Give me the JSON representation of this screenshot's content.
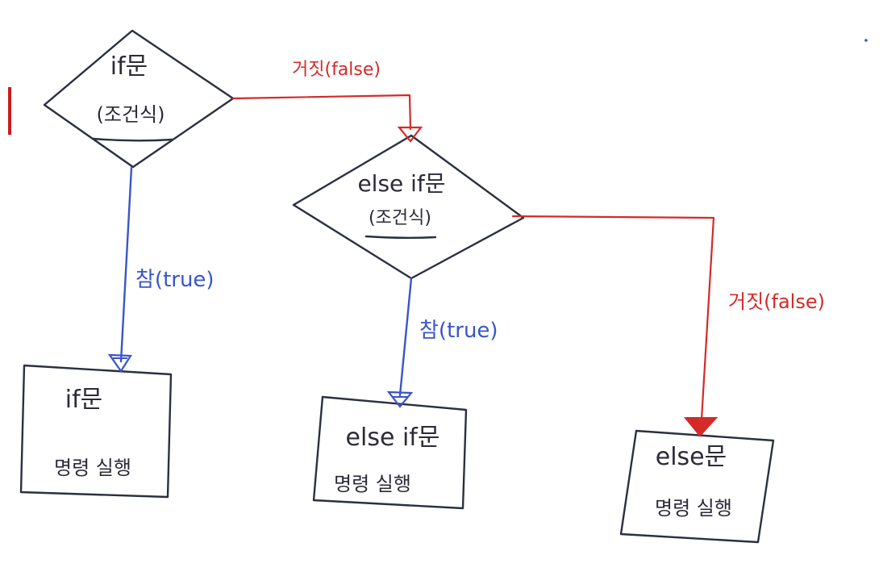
{
  "nodes": {
    "if_decision": {
      "line1": "if문",
      "line2": "(조건식)"
    },
    "else_if_decision": {
      "line1": "else if문",
      "line2": "(조건식)"
    },
    "if_box": {
      "line1": "if문",
      "line2": "명령  실행"
    },
    "else_if_box": {
      "line1": "else if문",
      "line2": "명령 실행"
    },
    "else_box": {
      "line1": "else문",
      "line2": "명령  실행"
    }
  },
  "edges": {
    "if_true": {
      "label": "참(true)"
    },
    "if_false": {
      "label": "거짓(false)"
    },
    "else_if_true": {
      "label": "참(true)"
    },
    "else_if_false": {
      "label": "거짓(false)"
    }
  },
  "colors": {
    "outline": "#2b3040",
    "true_arrow": "#3a55c8",
    "false_arrow": "#d42a2a",
    "margin_mark": "#c81e1e"
  }
}
